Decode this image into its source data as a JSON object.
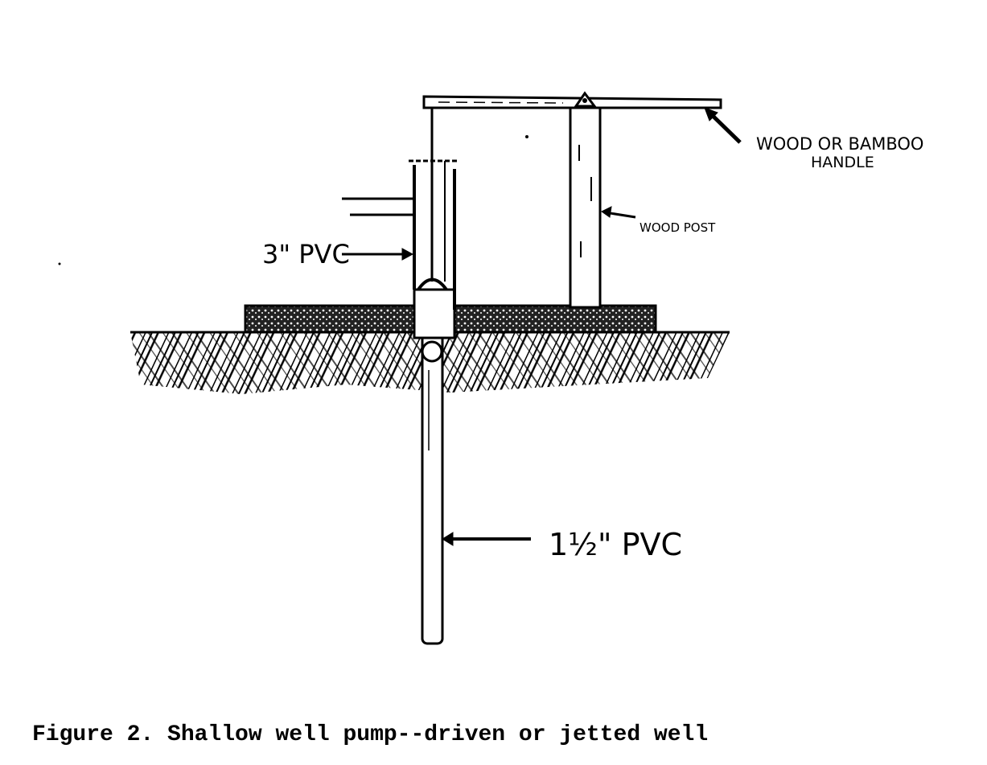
{
  "labels": {
    "handle_line1": "WOOD OR BAMBOO",
    "handle_line2": "HANDLE",
    "post": "WOOD POST",
    "pipe_3": "3\" PVC",
    "pipe_15": "1½\" PVC"
  },
  "caption": "Figure 2. Shallow well pump--driven or jetted well"
}
